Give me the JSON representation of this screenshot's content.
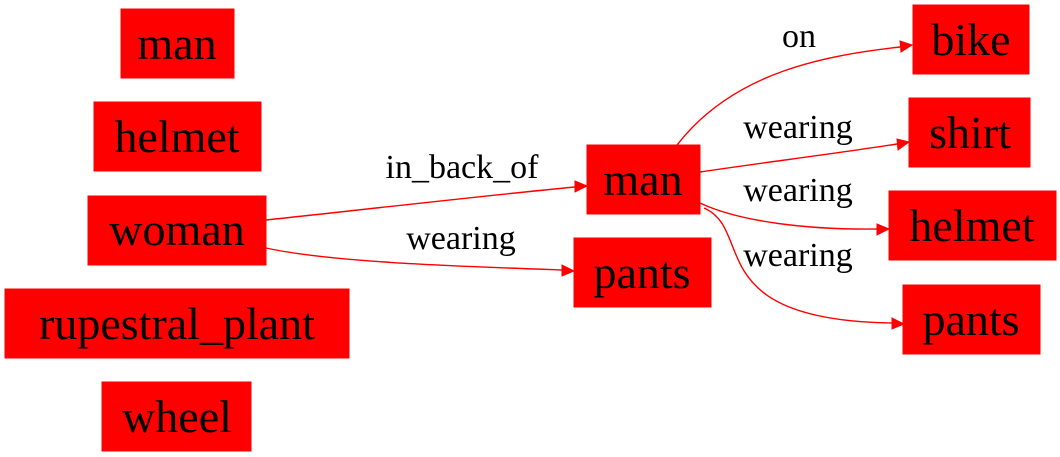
{
  "colors": {
    "node_fill": "#ff0000",
    "edge": "#ff0000",
    "text": "#000000",
    "background": "#ffffff"
  },
  "nodes": {
    "man_isolated": "man",
    "helmet_isolated": "helmet",
    "woman": "woman",
    "rupestral_plant": "rupestral_plant",
    "wheel": "wheel",
    "man": "man",
    "pants_mid": "pants",
    "bike": "bike",
    "shirt": "shirt",
    "helmet": "helmet",
    "pants_right": "pants"
  },
  "edges": {
    "woman_man": "in_back_of",
    "woman_pants": "wearing",
    "man_bike": "on",
    "man_shirt": "wearing",
    "man_helmet": "wearing",
    "man_pants": "wearing"
  }
}
